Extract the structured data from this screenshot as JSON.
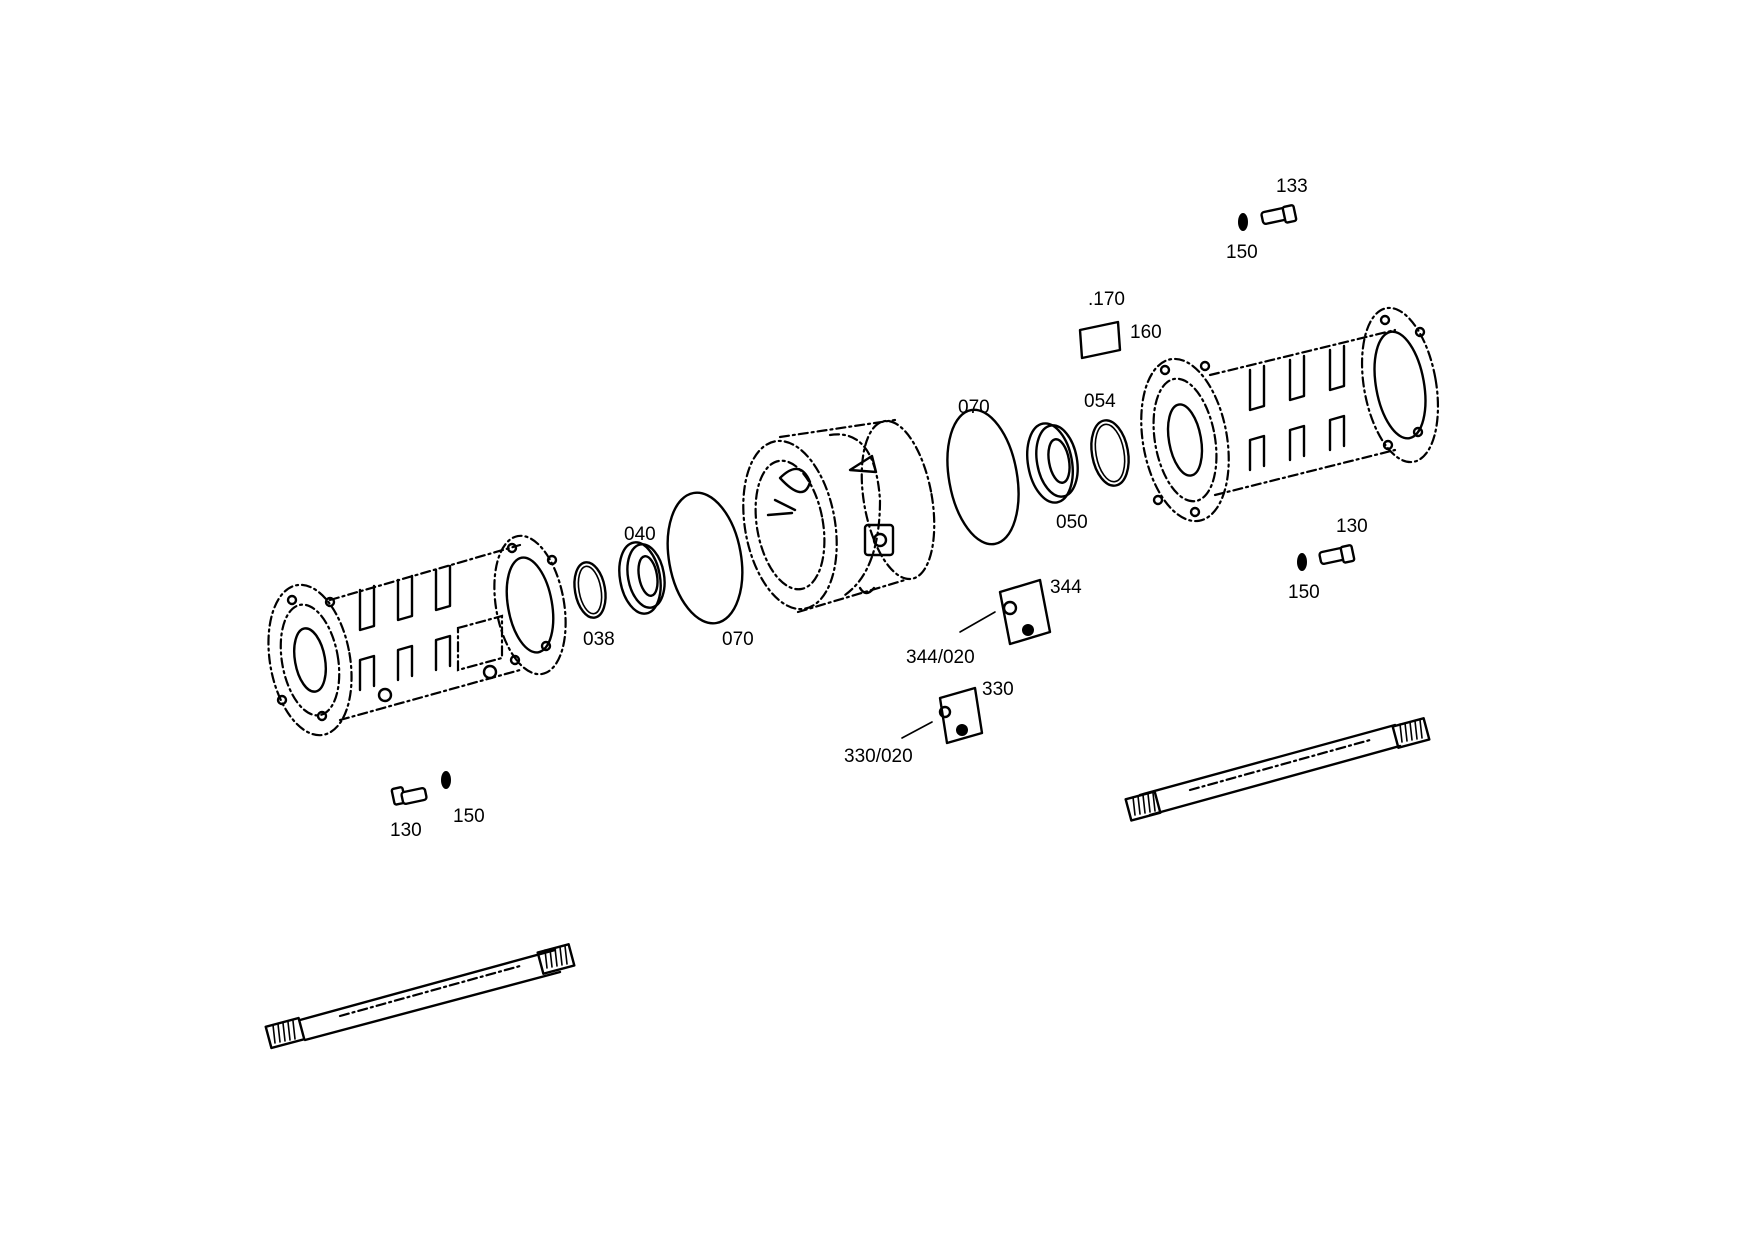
{
  "diagram": {
    "colors": {
      "line": "#000000",
      "background": "#ffffff"
    },
    "labels": {
      "l133": "133",
      "l150_top": "150",
      "l170": ".170",
      "l160": "160",
      "l070_right": "070",
      "l054": "054",
      "l050": "050",
      "l130_right": "130",
      "l150_right": "150",
      "l040": "040",
      "l038": "038",
      "l070_left": "070",
      "l344": "344",
      "l344_020": "344/020",
      "l330": "330",
      "l330_020": "330/020",
      "l130_left": "130",
      "l150_left": "150"
    }
  }
}
